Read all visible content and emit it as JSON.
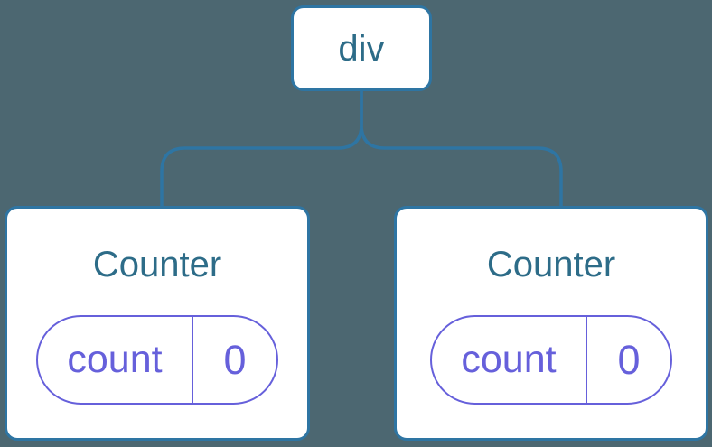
{
  "diagram": {
    "type": "component-tree",
    "colors": {
      "background": "#4C6771",
      "node_border_blue": "#2E75A3",
      "node_title_blue": "#2D6C88",
      "state_purple": "#6660DB",
      "node_fill": "#ffffff"
    },
    "root": {
      "label": "div"
    },
    "children": [
      {
        "title": "Counter",
        "state": {
          "key": "count",
          "value": "0"
        }
      },
      {
        "title": "Counter",
        "state": {
          "key": "count",
          "value": "0"
        }
      }
    ]
  }
}
